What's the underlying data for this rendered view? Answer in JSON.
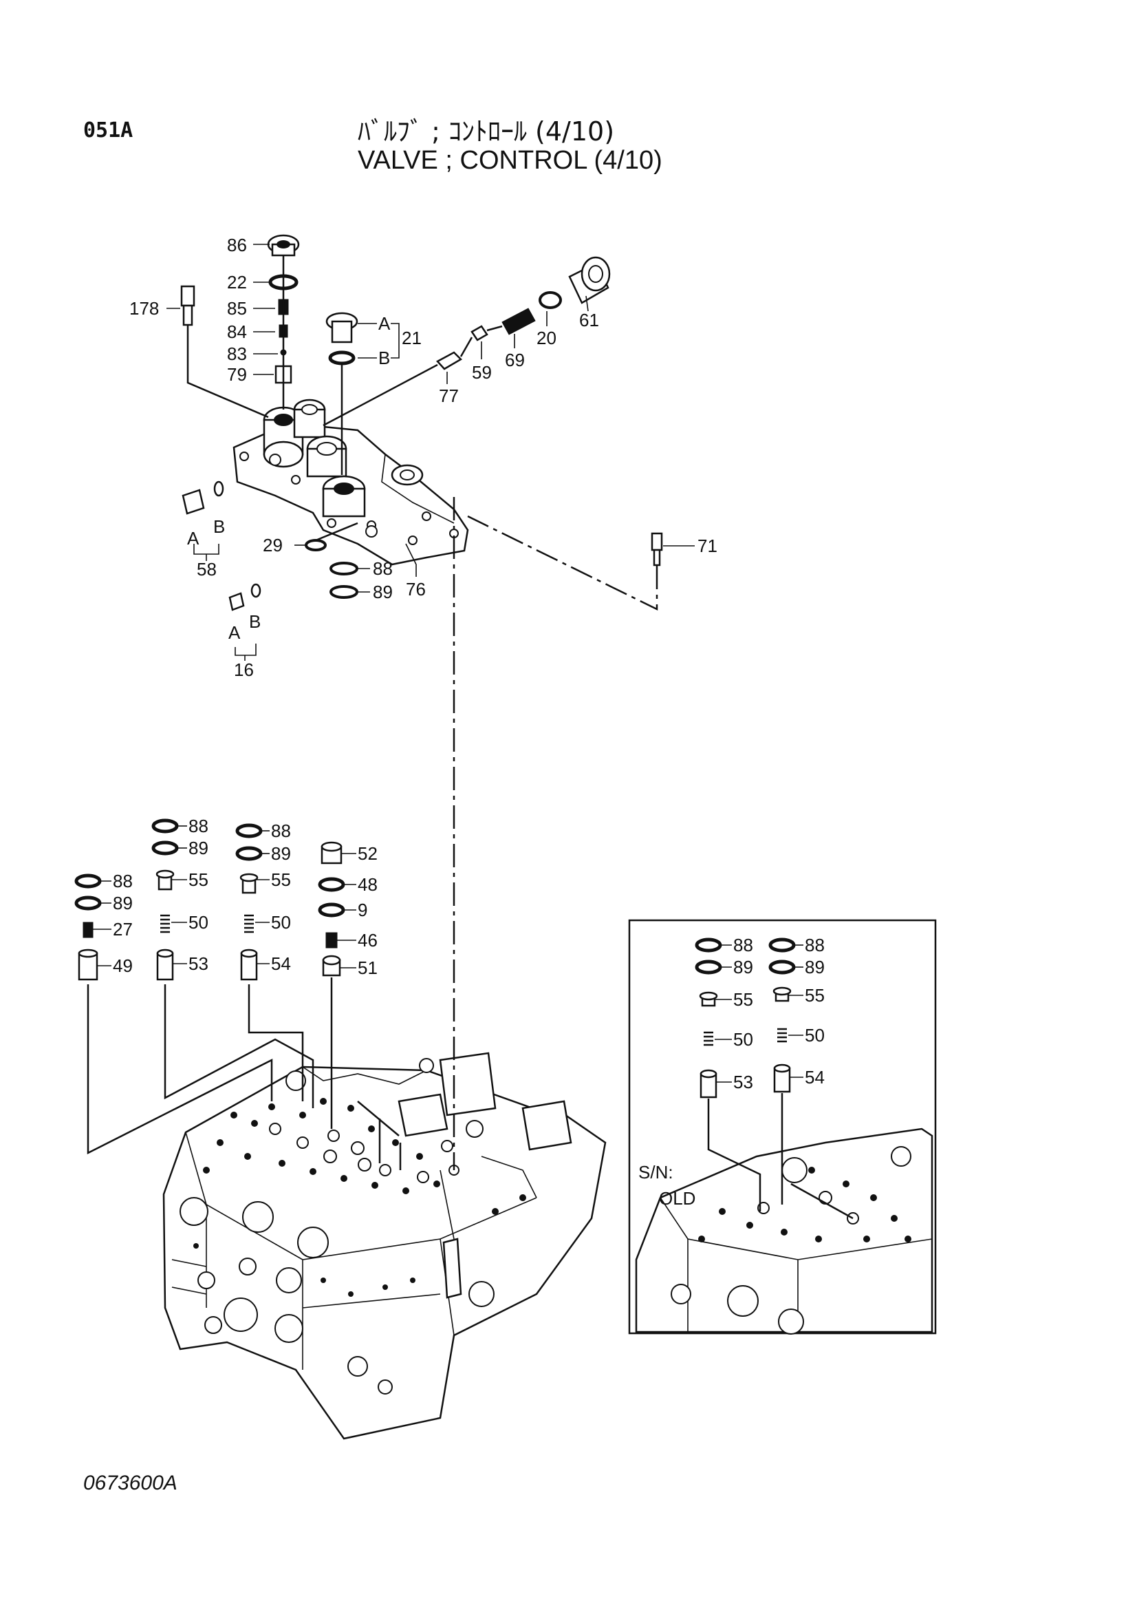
{
  "header": {
    "page_code": "051A",
    "title_ja": "ﾊﾞﾙﾌﾞ ; ｺﾝﾄﾛｰﾙ (4/10)",
    "title_en": "VALVE ; CONTROL (4/10)"
  },
  "footer": {
    "drawing_number": "0673600A"
  },
  "callouts": {
    "c86": "86",
    "c22": "22",
    "c85": "85",
    "c84": "84",
    "c83": "83",
    "c79": "79",
    "c178": "178",
    "c21": "21",
    "c21a": "A",
    "c21b": "B",
    "c61": "61",
    "c20": "20",
    "c69": "69",
    "c59": "59",
    "c77": "77",
    "c58": "58",
    "c58a": "A",
    "c58b": "B",
    "c29": "29",
    "c88top": "88",
    "c89top": "89",
    "c76": "76",
    "c71": "71",
    "c16": "16",
    "c16a": "A",
    "c16b": "B"
  },
  "stack_1": {
    "s88": "88",
    "s89": "89",
    "s27": "27",
    "s49": "49"
  },
  "stack_2": {
    "s88": "88",
    "s89": "89",
    "s55": "55",
    "s50": "50",
    "s53": "53"
  },
  "stack_3": {
    "s88": "88",
    "s89": "89",
    "s55": "55",
    "s50": "50",
    "s54": "54"
  },
  "stack_4": {
    "s52": "52",
    "s48": "48",
    "s9": "9",
    "s46": "46",
    "s51": "51"
  },
  "inset": {
    "sn_label": "S/N:",
    "sn_value": "OLD",
    "left": {
      "s88": "88",
      "s89": "89",
      "s55": "55",
      "s50": "50",
      "s53": "53"
    },
    "right": {
      "s88": "88",
      "s89": "89",
      "s55": "55",
      "s50": "50",
      "s54": "54"
    }
  }
}
